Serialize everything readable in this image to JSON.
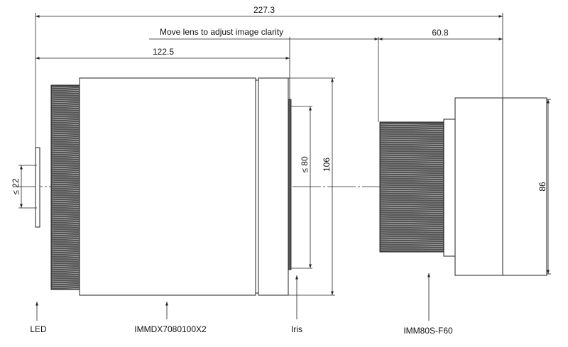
{
  "dimensions": {
    "overall_length": "227.3",
    "lens_length": "122.5",
    "adapter_length": "60.8",
    "lens_diameter": "106",
    "iris_diameter": "≤ 80",
    "adapter_diameter": "86",
    "led_diameter": "≤ 22"
  },
  "annotations": {
    "adjust_note": "Move lens to adjust image clarity"
  },
  "parts": {
    "led": "LED",
    "lens": "IMMDX7080100X2",
    "iris": "Iris",
    "adapter": "IMM80S-F60"
  }
}
